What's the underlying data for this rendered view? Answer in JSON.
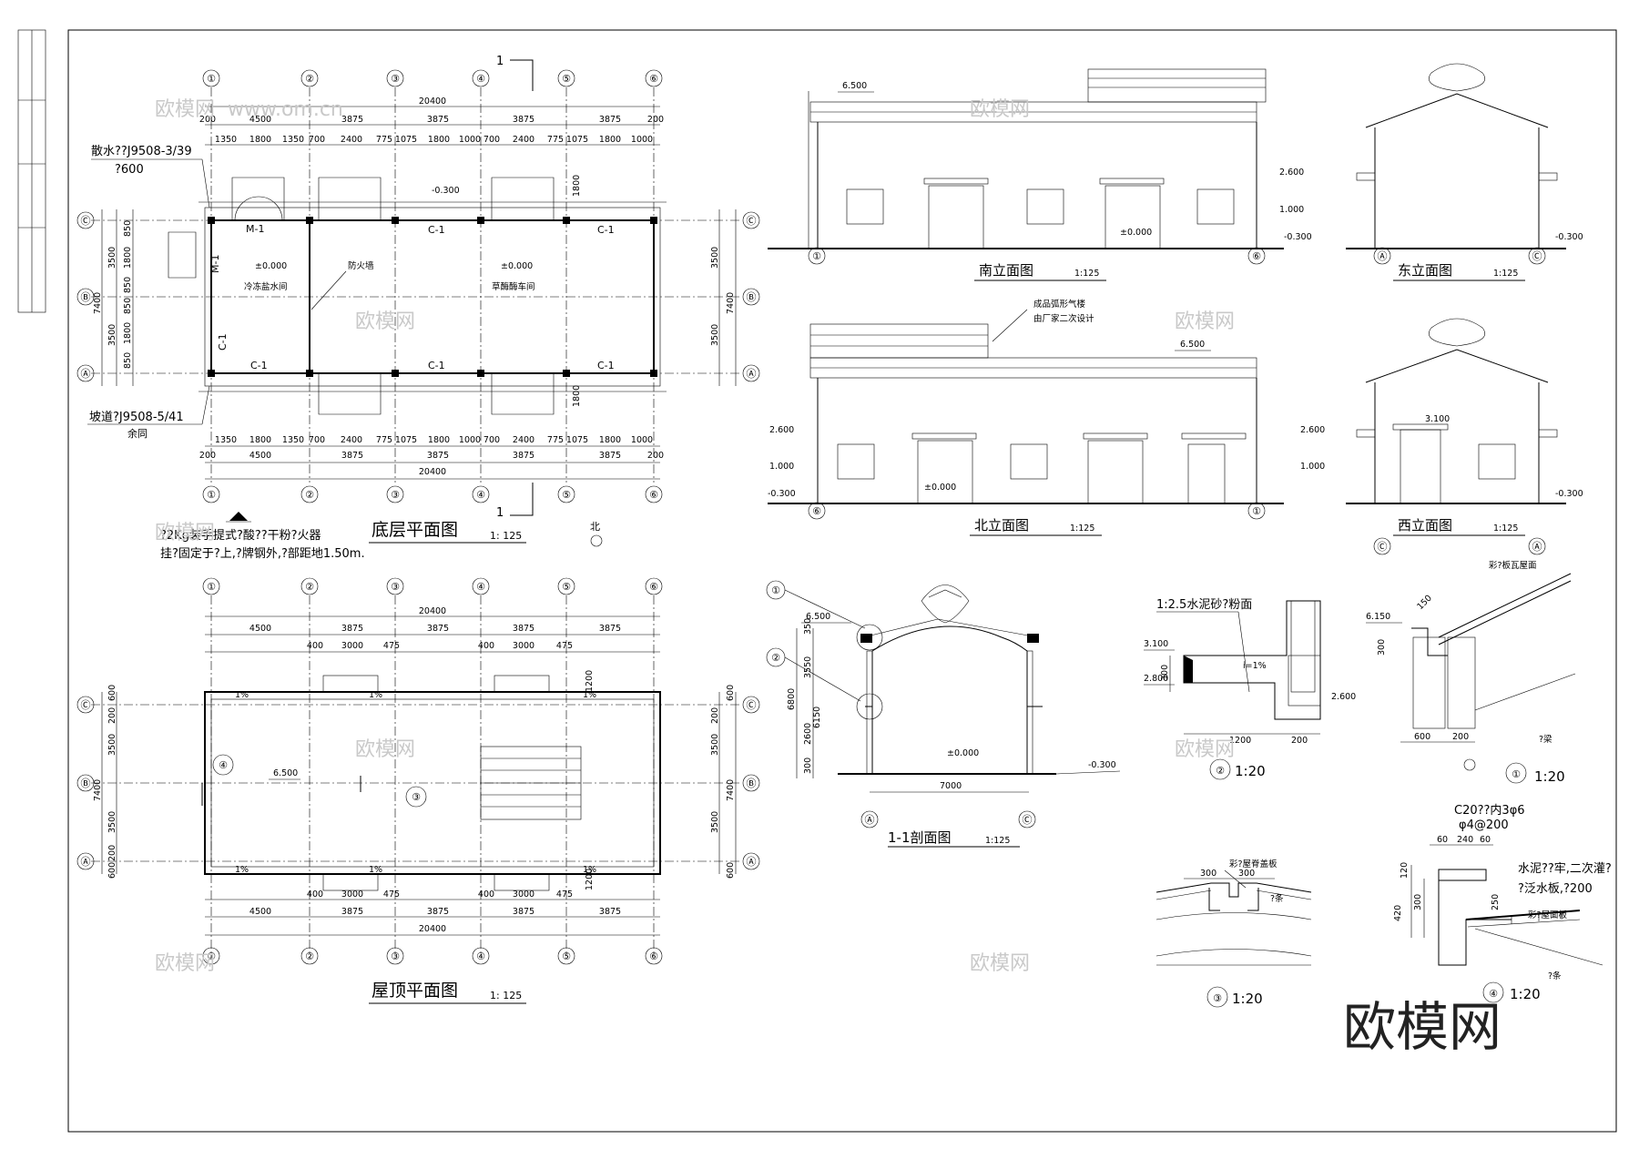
{
  "plans": {
    "floor_title": "底层平面图",
    "floor_scale": "1: 125",
    "roof_title": "屋顶平面图",
    "roof_scale": "1: 125",
    "axes_x": [
      "①",
      "②",
      "③",
      "④",
      "⑤",
      "⑥"
    ],
    "axes_y": [
      "Ⓐ",
      "Ⓑ",
      "Ⓒ"
    ],
    "total_length": "20400",
    "total_width": "7400",
    "bay_dims": [
      "4500",
      "3875",
      "3875",
      "3875",
      "3875"
    ],
    "end_dim": "200",
    "sub_dims_top": [
      "1350",
      "1800",
      "1350",
      "700",
      "2400",
      "775",
      "1075",
      "1800",
      "1000",
      "700",
      "2400",
      "775",
      "1075",
      "1800",
      "1000"
    ],
    "width_dims": [
      "3500",
      "3500"
    ],
    "width_sub_dims": [
      "850",
      "1800",
      "850",
      "850",
      "1800",
      "850"
    ],
    "door_M1": "M-1",
    "window_C1": "C-1",
    "level_0": "±0.000",
    "level_m03": "-0.300",
    "room_1": "冷冻盐水间",
    "room_2": "草酶酶车间",
    "firewall": "防火墙",
    "apron_note": "散水??J9508-3/39",
    "apron_note2": "?600",
    "ramp_note": "坡道?J9508-5/41",
    "ramp_note2": "余同",
    "section_mark": "1",
    "dim_1800": "1800",
    "north": "北",
    "fire_note_1": "?2Kg装手提式?酸??干粉?火器",
    "fire_note_2": "挂?固定于?上,?牌钢外,?部距地1.50m.",
    "roof_dims": [
      "400",
      "3000",
      "475"
    ],
    "roof_dim_1200": "1200",
    "roof_dim_600": "600",
    "roof_dim_200": "200",
    "roof_level": "6.500",
    "roof_slope": "1%",
    "detail_refs": [
      "④",
      "③"
    ]
  },
  "elevations": {
    "south_title": "南立面图",
    "north_title": "北立面图",
    "east_title": "东立面图",
    "west_title": "西立面图",
    "scale": "1:125",
    "level_6500": "6.500",
    "level_2600": "2.600",
    "level_1000": "1.000",
    "level_m0300": "-0.300",
    "level_0": "±0.000",
    "level_3100": "3.100",
    "roof_note_1": "成品弧形气楼",
    "roof_note_2": "由厂家二次设计"
  },
  "section": {
    "title": "1-1剖面图",
    "scale": "1:125",
    "dims": [
      "6800",
      "350",
      "3550",
      "2600",
      "300"
    ],
    "dim_6150": "6150",
    "level_6500": "6.500",
    "level_0": "±0.000",
    "level_m0300": "-0.300",
    "span": "7000",
    "callout_1": "①",
    "callout_2": "②"
  },
  "details": {
    "d2_note": "1:2.5水泥砂?粉面",
    "d2_levels": [
      "3.100",
      "2.800",
      "2.600"
    ],
    "d2_dims": [
      "300",
      "1200",
      "200"
    ],
    "d2_slope": "i=1%",
    "d2_label": "②",
    "d1_note": "彩?板瓦屋面",
    "d1_level": "6.150",
    "d1_dims": [
      "150",
      "300",
      "600",
      "200"
    ],
    "d1_purlin": "?梁",
    "d1_label": "①",
    "d3_note": "彩?屋脊盖板",
    "d3_dims": [
      "300",
      "300"
    ],
    "d3_purlin": "?条",
    "d3_label": "③",
    "d4_note_1": "C20??内3φ6",
    "d4_note_2": "φ4@200",
    "d4_note_3": "水泥??牢,二次灌?",
    "d4_note_4": "?泛水板,?200",
    "d4_note_5": "彩?屋面板",
    "d4_dims": [
      "60",
      "240",
      "60"
    ],
    "d4_vdims": [
      "120",
      "420",
      "300",
      "250"
    ],
    "d4_purlin": "?条",
    "d4_label": "④",
    "scale": "1:20"
  },
  "watermark": {
    "brand": "欧模网",
    "url": "www.om.cn"
  }
}
